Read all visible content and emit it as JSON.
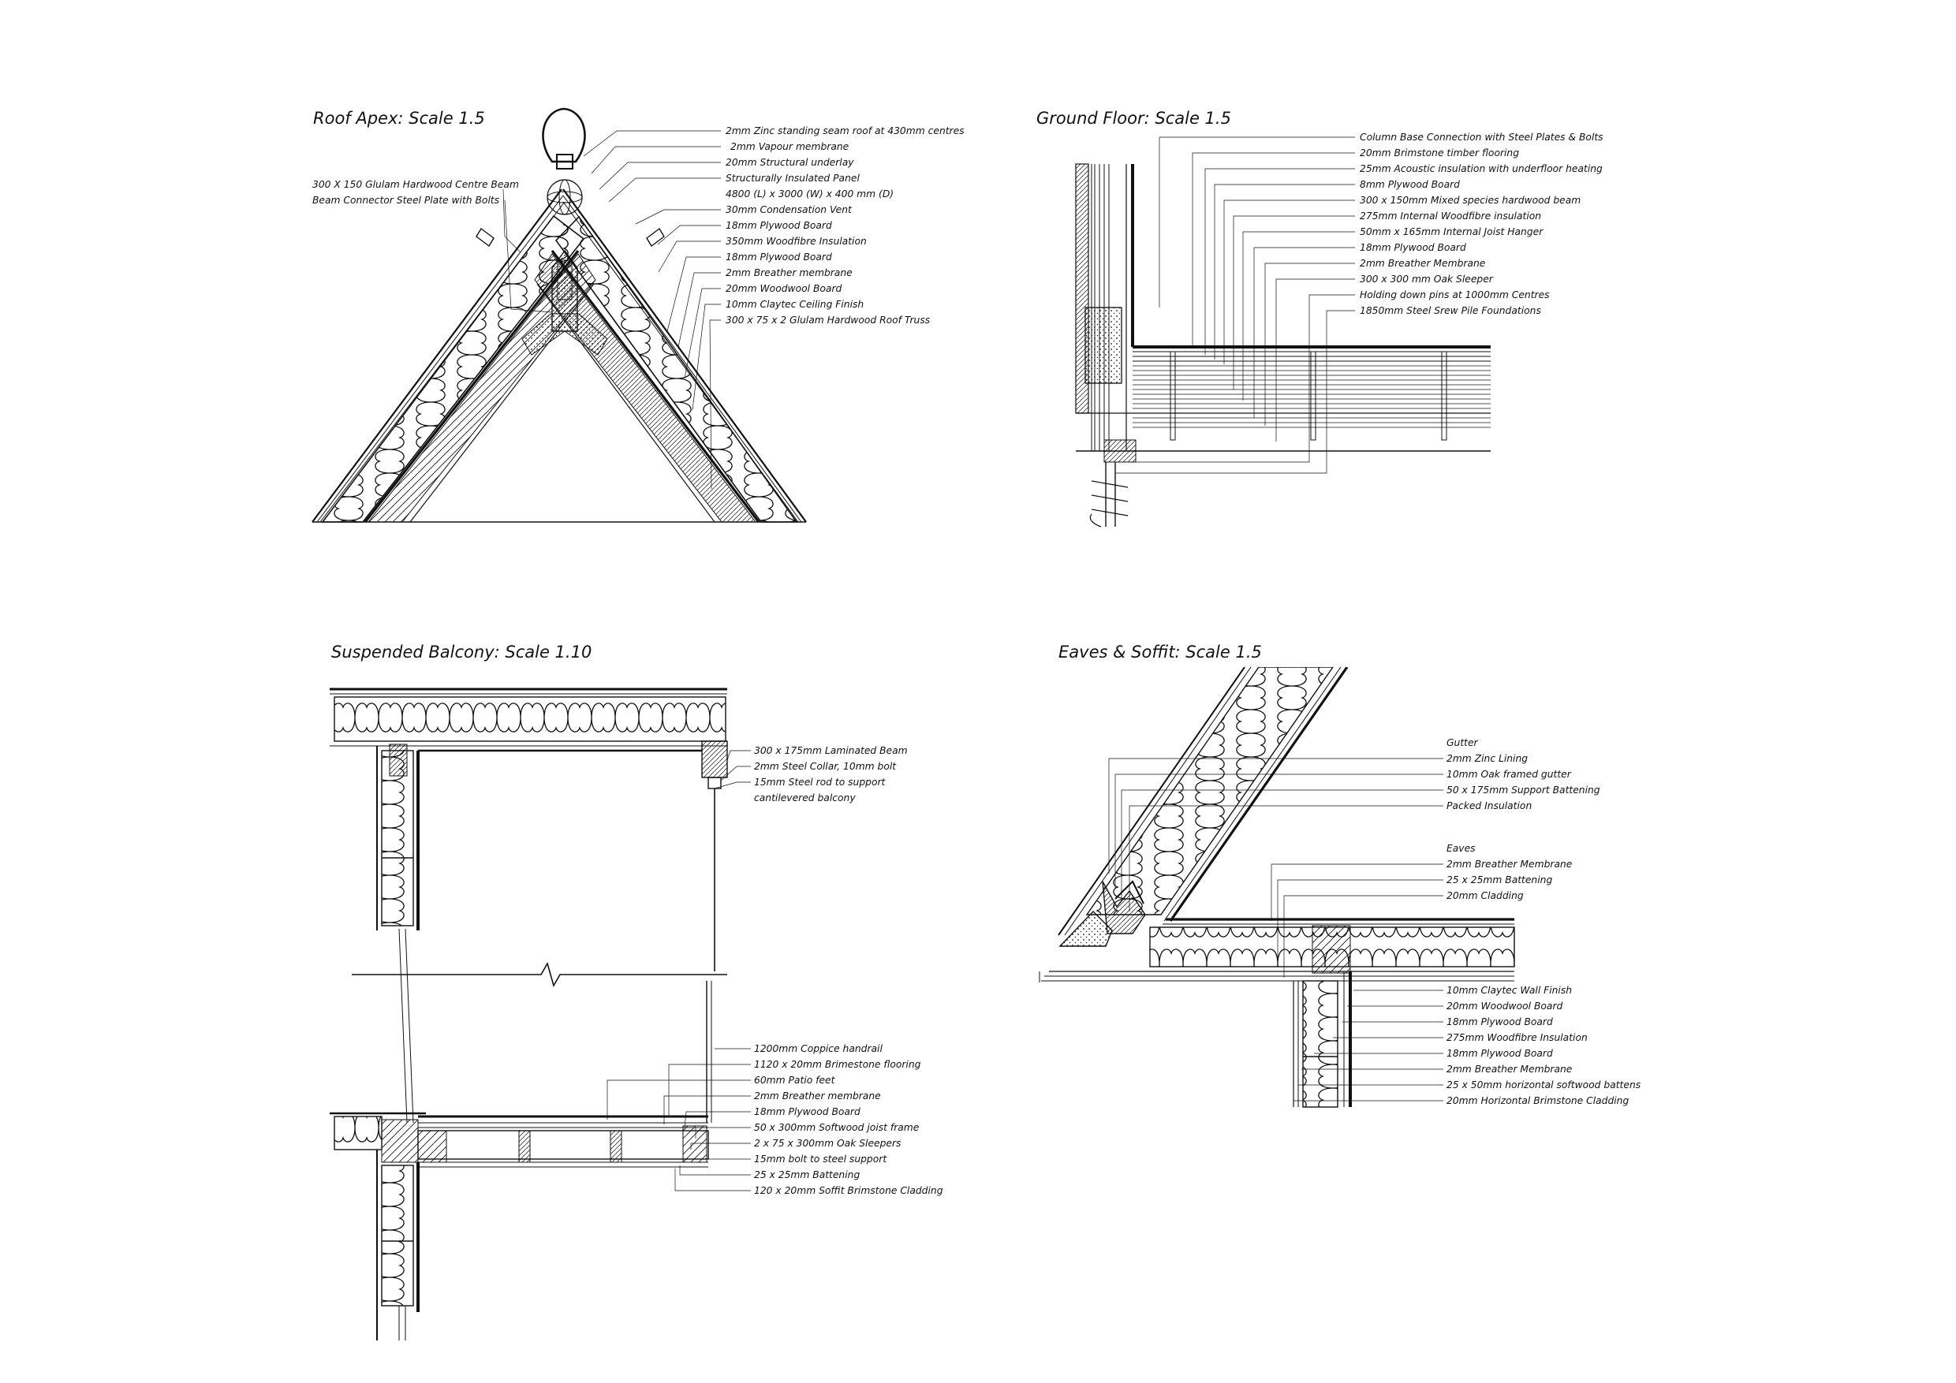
{
  "roof_apex": {
    "title": "Roof Apex: Scale 1.5",
    "labels_left": [
      "300 X 150 Glulam Hardwood Centre Beam",
      "Beam Connector Steel Plate with Bolts"
    ],
    "labels_right": [
      "2mm Zinc standing seam roof at 430mm centres",
      "2mm Vapour membrane",
      "20mm Structural underlay",
      "Structurally Insulated Panel",
      "4800 (L) x 3000 (W) x 400 mm (D)",
      "30mm Condensation Vent",
      "18mm Plywood Board",
      "350mm Woodfibre Insulation",
      "18mm Plywood Board",
      "2mm Breather membrane",
      "20mm Woodwool Board",
      "10mm Claytec Ceiling Finish",
      "300 x 75 x 2 Glulam Hardwood Roof Truss"
    ]
  },
  "ground_floor": {
    "title": "Ground Floor: Scale 1.5",
    "labels": [
      "Column Base Connection with Steel Plates & Bolts",
      "20mm Brimstone timber flooring",
      "25mm Acoustic insulation with underfloor heating",
      "8mm Plywood Board",
      "300 x 150mm Mixed species hardwood beam",
      "275mm Internal Woodfibre insulation",
      "50mm x 165mm Internal Joist Hanger",
      "18mm Plywood Board",
      "2mm Breather Membrane",
      "300 x 300 mm Oak Sleeper",
      "Holding down pins at 1000mm Centres",
      "1850mm Steel Srew Pile Foundations"
    ]
  },
  "balcony": {
    "title": "Suspended Balcony: Scale 1.10",
    "labels_top": [
      "300 x 175mm Laminated Beam",
      "2mm Steel Collar, 10mm bolt",
      "15mm Steel rod to support",
      "cantilevered balcony"
    ],
    "labels_bottom": [
      "1200mm Coppice handrail",
      "1120 x 20mm Brimestone flooring",
      "60mm Patio feet",
      "2mm Breather membrane",
      "18mm Plywood Board",
      "50 x 300mm Softwood joist frame",
      "2 x 75 x 300mm Oak Sleepers",
      "15mm bolt to steel support",
      "25 x 25mm Battening",
      "120 x 20mm Soffit Brimstone Cladding"
    ]
  },
  "eaves": {
    "title": "Eaves & Soffit: Scale 1.5",
    "gutter_heading": "Gutter",
    "gutter_labels": [
      "2mm Zinc Lining",
      "10mm Oak framed gutter",
      "50 x 175mm Support Battening",
      "Packed Insulation"
    ],
    "eaves_heading": "Eaves",
    "eaves_labels": [
      "2mm Breather Membrane",
      "25 x 25mm Battening",
      "20mm Cladding"
    ],
    "wall_labels": [
      "10mm Claytec Wall Finish",
      "20mm Woodwool Board",
      "18mm Plywood Board",
      "275mm Woodfibre Insulation",
      "18mm Plywood Board",
      "2mm Breather Membrane",
      "25 x 50mm horizontal softwood battens",
      "20mm Horizontal Brimstone Cladding"
    ]
  }
}
